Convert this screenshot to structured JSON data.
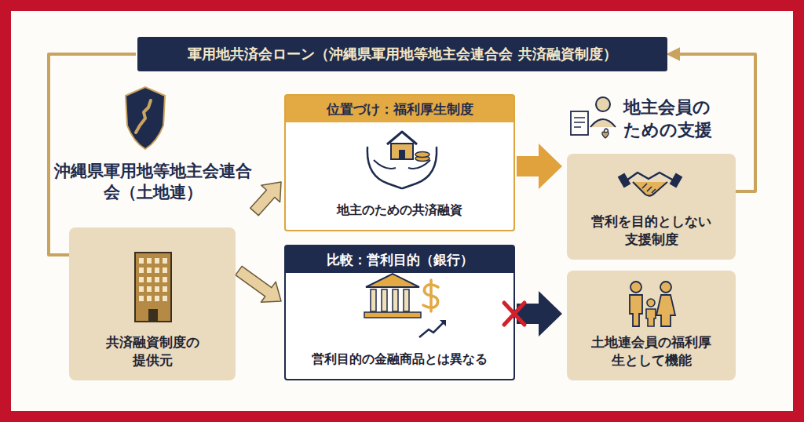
{
  "diagram": {
    "nodes": [
      {
        "text": [
          "軍用地共済会ローン（沖縄県軍用地等地主会連合会 共済融資制度）"
        ]
      },
      {
        "text": [
          "沖縄県軍用地等地主会連合会（土地連）"
        ]
      },
      {
        "text": [
          "共済融資制度の提供元"
        ]
      },
      {
        "text": [
          "位置づけ：福利厚生制度",
          "地主のための共済融資"
        ]
      },
      {
        "text": [
          "比較：営利目的（銀行）",
          "営利目的の金融商品とは異なる"
        ]
      },
      {
        "text": [
          "地主会員のための支援"
        ]
      },
      {
        "text": [
          "営利を目的としない支援制度"
        ]
      },
      {
        "text": [
          "土地連会員の福利厚生として機能"
        ]
      }
    ],
    "edges": [
      {
        "from": 1,
        "to": 3,
        "arrow": "to"
      },
      {
        "from": 2,
        "to": 4,
        "arrow": "to"
      },
      {
        "from": 3,
        "to": 6,
        "arrow": "to"
      },
      {
        "from": 4,
        "to": 7,
        "arrow": "to"
      },
      {
        "from": 6,
        "to": 0,
        "arrow": "to"
      },
      {
        "from": 0,
        "to": 2,
        "arrow": "none"
      }
    ]
  }
}
